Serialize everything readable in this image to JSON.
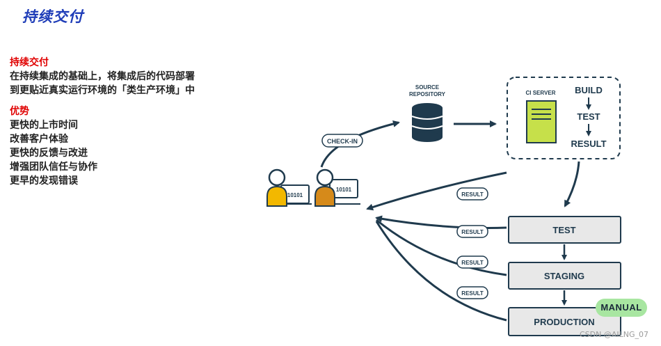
{
  "slide": {
    "title": "持续交付"
  },
  "intro": {
    "heading": "持续交付",
    "lines": [
      "在持续集成的基础上，将集成后的代码部署",
      "到更贴近真实运行环境的「类生产环境」中"
    ]
  },
  "advantages": {
    "heading": "优势",
    "items": [
      "更快的上市时间",
      "改善客户体验",
      "更快的反馈与改进",
      "增强团队信任与协作",
      "更早的发现错误"
    ]
  },
  "diagram": {
    "source_repo_label_1": "SOURCE",
    "source_repo_label_2": "REPOSITORY",
    "check_in_label": "CHECK-IN",
    "ci_server_label": "CI SERVER",
    "build_label": "BUILD",
    "ci_test_label": "TEST",
    "ci_result_label": "RESULT",
    "result_tag": "RESULT",
    "laptop_text": "10101",
    "stage_test": "TEST",
    "stage_staging": "STAGING",
    "stage_production": "PRODUCTION",
    "manual_badge": "MANUAL"
  },
  "colors": {
    "title_blue": "#1f3db8",
    "heading_red": "#e00000",
    "navy": "#1f3a4d",
    "server_green": "#c6e04a",
    "manual_green": "#a8e6a1",
    "stage_fill": "#e8e8e8"
  },
  "watermark": "CSDN @AILNG_07"
}
